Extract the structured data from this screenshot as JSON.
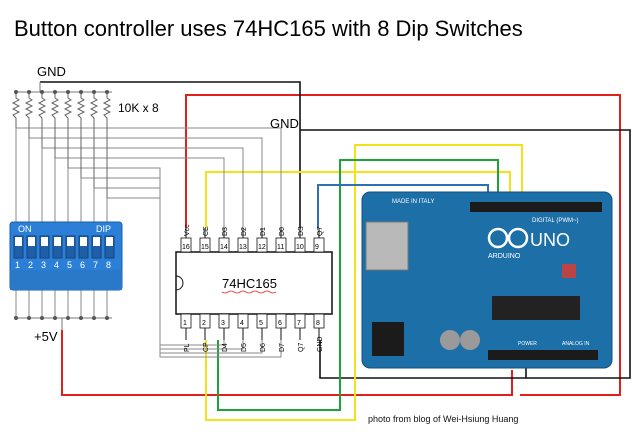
{
  "title": "Button controller uses 74HC165 with 8 Dip Switches",
  "labels": {
    "gnd_top": "GND",
    "gnd_right": "GND",
    "resistors": "10K x 8",
    "vcc": "+5V",
    "credit": "photo from blog of Wei-Hsiung Huang"
  },
  "dip_switch": {
    "on_label": "ON",
    "dip_label": "DIP",
    "numbers": [
      "1",
      "2",
      "3",
      "4",
      "5",
      "6",
      "7",
      "8"
    ]
  },
  "chip": {
    "name": "74HC165",
    "top_pin_numbers": [
      "16",
      "15",
      "14",
      "13",
      "12",
      "11",
      "10",
      "9"
    ],
    "top_pin_names": [
      "Vcc",
      "CE",
      "D3",
      "D2",
      "D1",
      "D0",
      "DS",
      "Q7"
    ],
    "bottom_pin_numbers": [
      "1",
      "2",
      "3",
      "4",
      "5",
      "6",
      "7",
      "8"
    ],
    "bottom_pin_names": [
      "PL",
      "CP",
      "D4",
      "D5",
      "D6",
      "D7",
      "Q7",
      "GND"
    ]
  },
  "arduino": {
    "made_in": "MADE IN ITALY",
    "brand": "ARDUINO",
    "model": "UNO",
    "digital": "DIGITAL (PWM~)",
    "power": "POWER",
    "analog": "ANALOG IN"
  },
  "colors": {
    "red_wire": "#e0201b",
    "yellow_wire": "#f2e21a",
    "green_wire": "#1ea23a",
    "blue_wire": "#2f6fb3",
    "black_wire": "#111111",
    "dip_blue": "#2b7fd6",
    "board_blue": "#1d6fa8"
  }
}
